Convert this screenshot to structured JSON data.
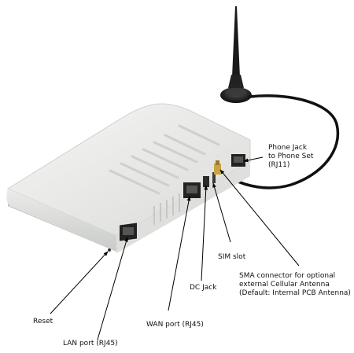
{
  "labels": {
    "phone_jack": [
      "Phone Jack",
      "to Phone Set",
      "(RJ11)"
    ],
    "sim_slot": "SIM slot",
    "sma": [
      "SMA connector for optional",
      "external Cellular Antenna",
      "(Default: Internal PCB Antenna)"
    ],
    "dc_jack": "DC Jack",
    "wan_port": "WAN port (RJ45)",
    "lan_port": "LAN port (RJ45)",
    "reset": "Reset"
  },
  "colors": {
    "device_body": "#e7e8e5",
    "device_shadow": "#b9bbb8",
    "antenna": "#1c1c1c",
    "text": "#111111"
  }
}
